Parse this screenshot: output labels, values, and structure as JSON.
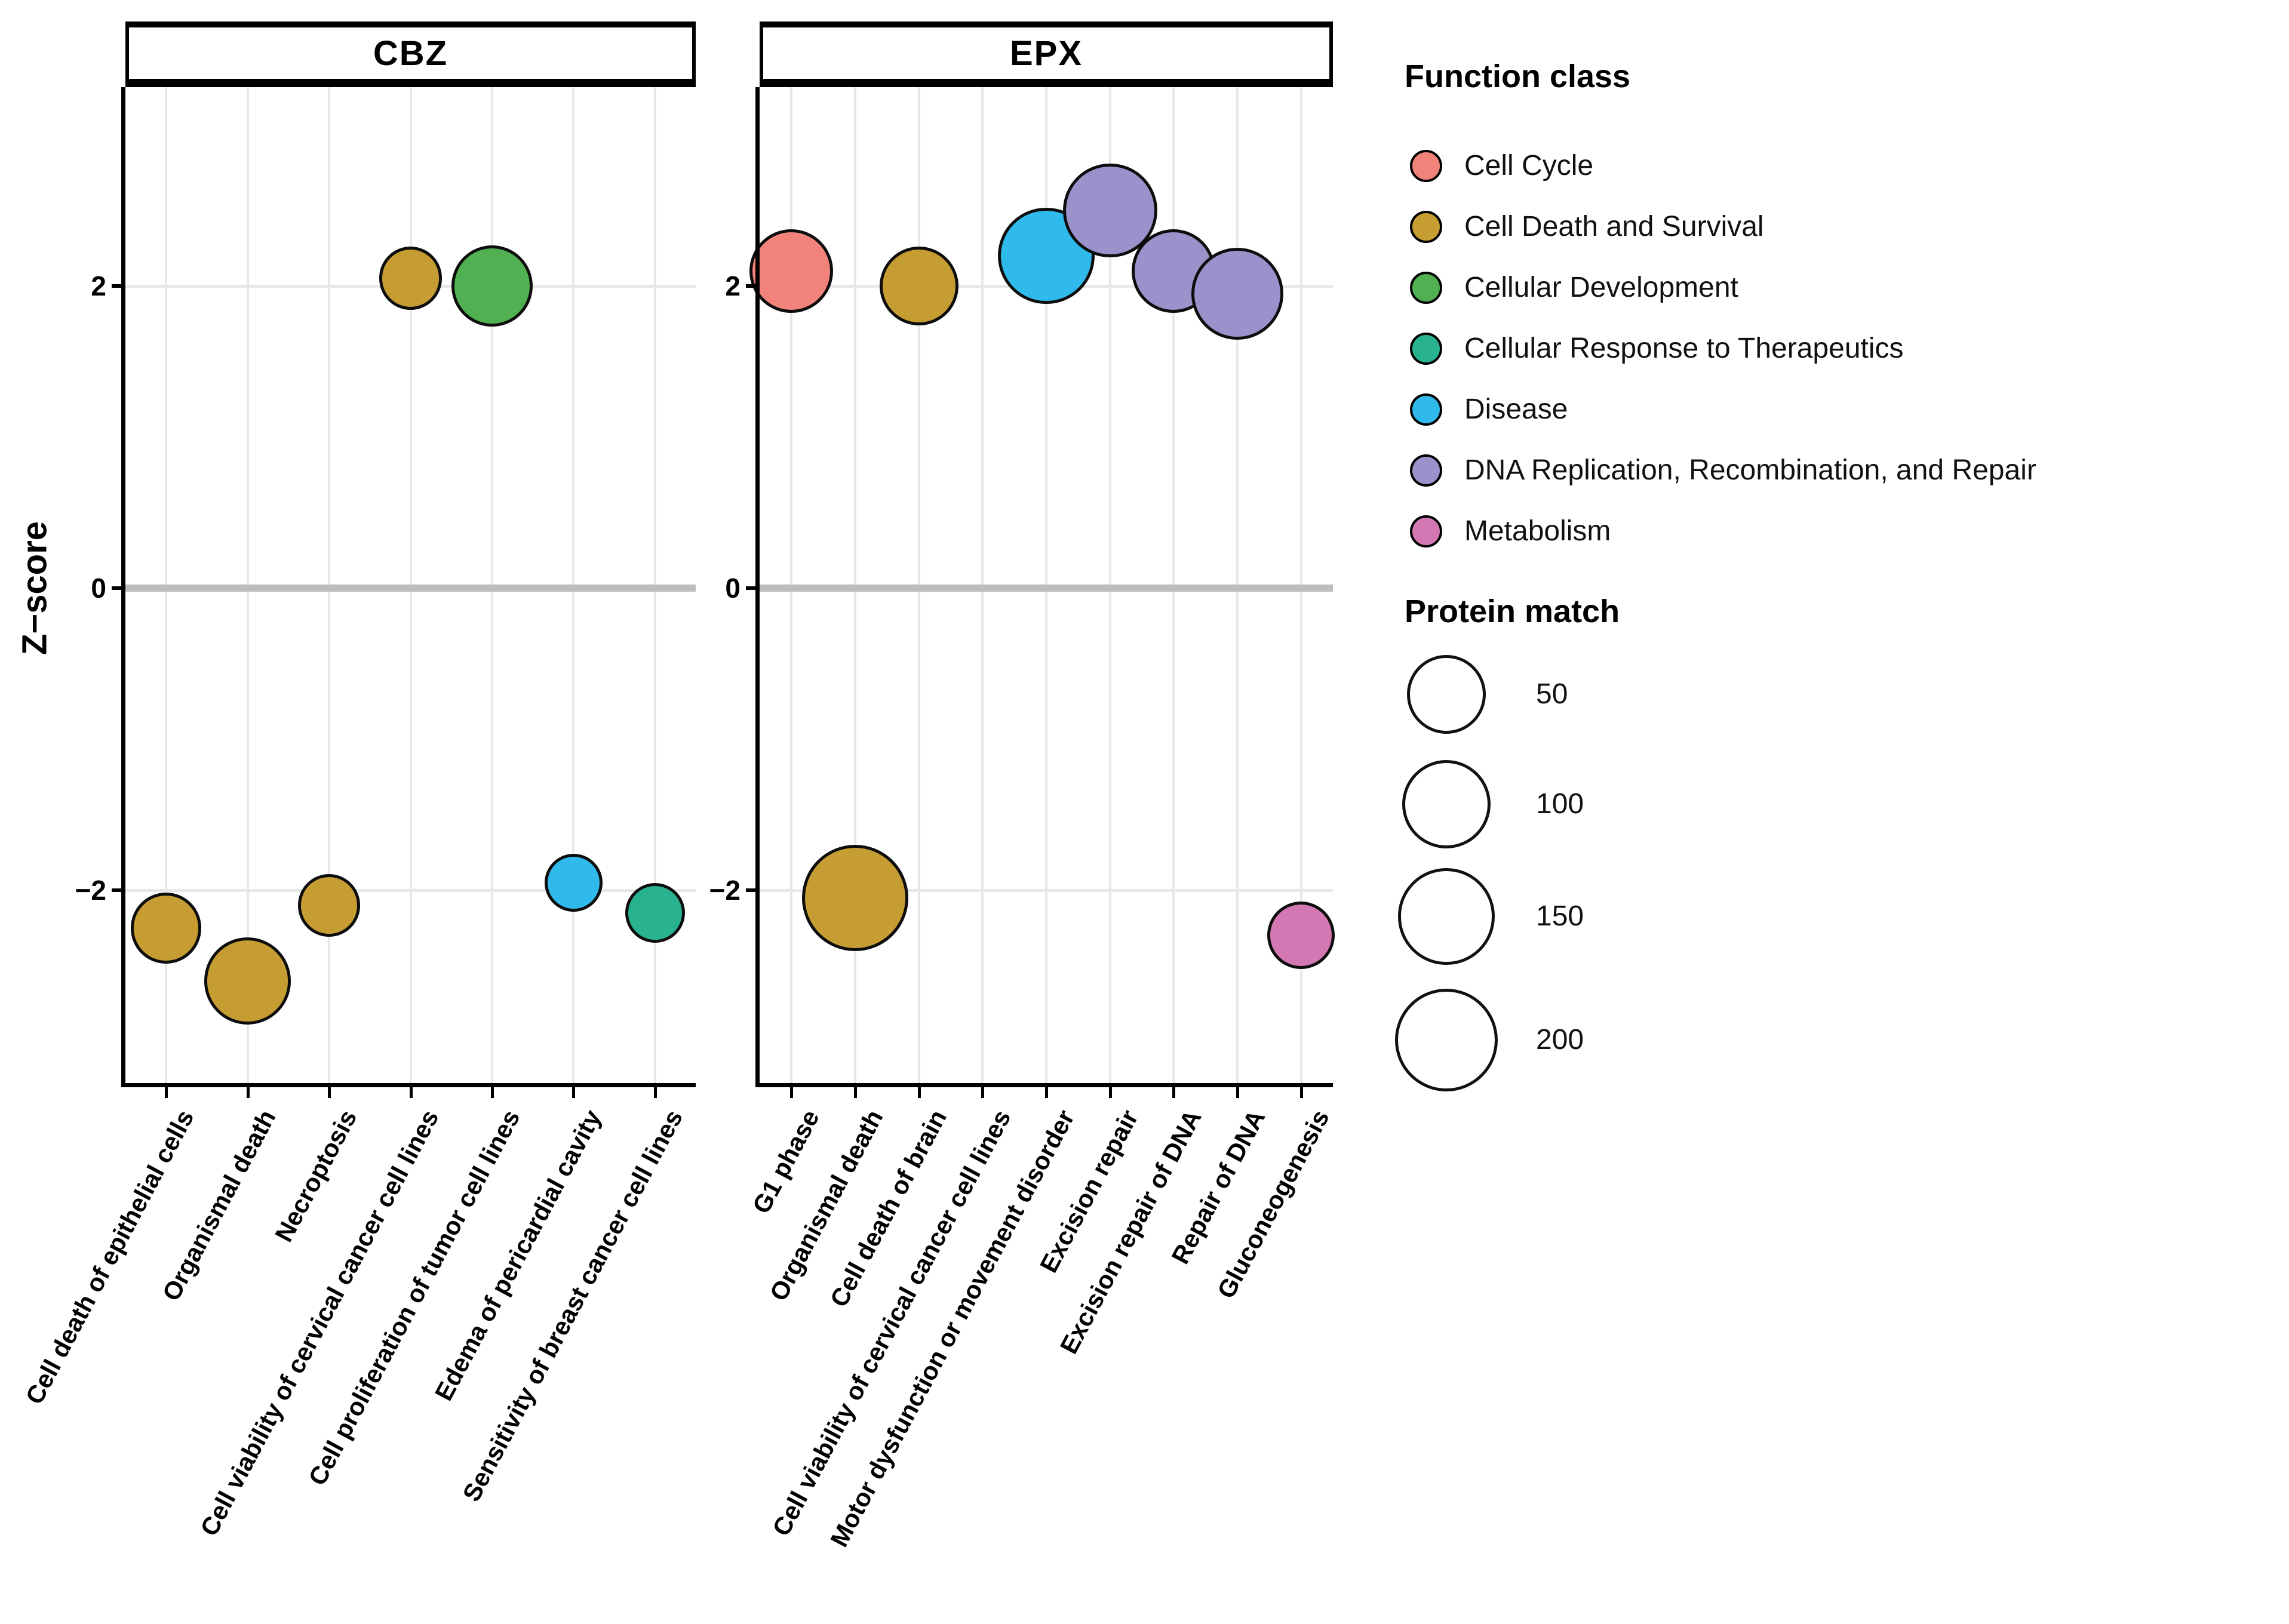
{
  "chart_data": {
    "type": "scatter",
    "subtype": "bubble",
    "ylabel": "Z−score",
    "ylim": [
      -3.3,
      3.3
    ],
    "yticks": [
      2,
      0,
      -2
    ],
    "ytick_labels": [
      "2",
      "0",
      "−2"
    ],
    "zero_line": 0,
    "grid": true,
    "legend_position": "right",
    "facets": [
      {
        "title": "CBZ",
        "points": [
          {
            "category": "Cell death of epithelial cells",
            "z": -2.25,
            "protein_match": 22,
            "function_class": "Cell Death and Survival"
          },
          {
            "category": "Organismal death",
            "z": -2.6,
            "protein_match": 90,
            "function_class": "Cell Death and Survival"
          },
          {
            "category": "Necroptosis",
            "z": -2.1,
            "protein_match": 5,
            "function_class": "Cell Death and Survival"
          },
          {
            "category": "Cell viability of cervical cancer cell lines",
            "z": 2.05,
            "protein_match": 6,
            "function_class": "Cell Death and Survival"
          },
          {
            "category": "Cell proliferation of tumor cell lines",
            "z": 2.0,
            "protein_match": 60,
            "function_class": "Cellular Development"
          },
          {
            "category": "Edema of pericardial cavity",
            "z": -1.95,
            "protein_match": 1,
            "function_class": "Disease"
          },
          {
            "category": "Sensitivity of breast cancer cell lines",
            "z": -2.15,
            "protein_match": 2,
            "function_class": "Cellular Response to Therapeutics"
          }
        ]
      },
      {
        "title": "EPX",
        "points": [
          {
            "category": "G1 phase",
            "z": 2.1,
            "protein_match": 72,
            "function_class": "Cell Cycle"
          },
          {
            "category": "Organismal death",
            "z": -2.05,
            "protein_match": 230,
            "function_class": "Cell Death and Survival"
          },
          {
            "category": "Cell death of brain",
            "z": 2.0,
            "protein_match": 50,
            "function_class": "Cell Death and Survival"
          },
          {
            "category": "Cell viability of cervical cancer cell lines",
            "z": null,
            "protein_match": null,
            "function_class": null
          },
          {
            "category": "Motor dysfunction or movement disorder",
            "z": 2.2,
            "protein_match": 150,
            "function_class": "Disease"
          },
          {
            "category": "Excision repair",
            "z": 2.5,
            "protein_match": 135,
            "function_class": "DNA Replication, Recombination, and Repair"
          },
          {
            "category": "Excision repair of DNA",
            "z": 2.1,
            "protein_match": 72,
            "function_class": "DNA Replication, Recombination, and Repair"
          },
          {
            "category": "Repair of DNA",
            "z": 1.95,
            "protein_match": 120,
            "function_class": "DNA Replication, Recombination, and Repair"
          },
          {
            "category": "Gluconeogenesis",
            "z": -2.3,
            "protein_match": 14,
            "function_class": "Metabolism"
          }
        ]
      }
    ]
  },
  "legends": {
    "function_class": {
      "title": "Function class",
      "items": [
        {
          "label": "Cell Cycle",
          "color": "#F2837B"
        },
        {
          "label": "Cell Death and Survival",
          "color": "#C59D33"
        },
        {
          "label": "Cellular Development",
          "color": "#50B052"
        },
        {
          "label": "Cellular Response to Therapeutics",
          "color": "#29B28F"
        },
        {
          "label": "Disease",
          "color": "#2FBAEB"
        },
        {
          "label": "DNA Replication, Recombination, and Repair",
          "color": "#9A92CB"
        },
        {
          "label": "Metabolism",
          "color": "#D478B4"
        }
      ]
    },
    "protein_match": {
      "title": "Protein match",
      "values": [
        50,
        100,
        150,
        200
      ]
    }
  }
}
